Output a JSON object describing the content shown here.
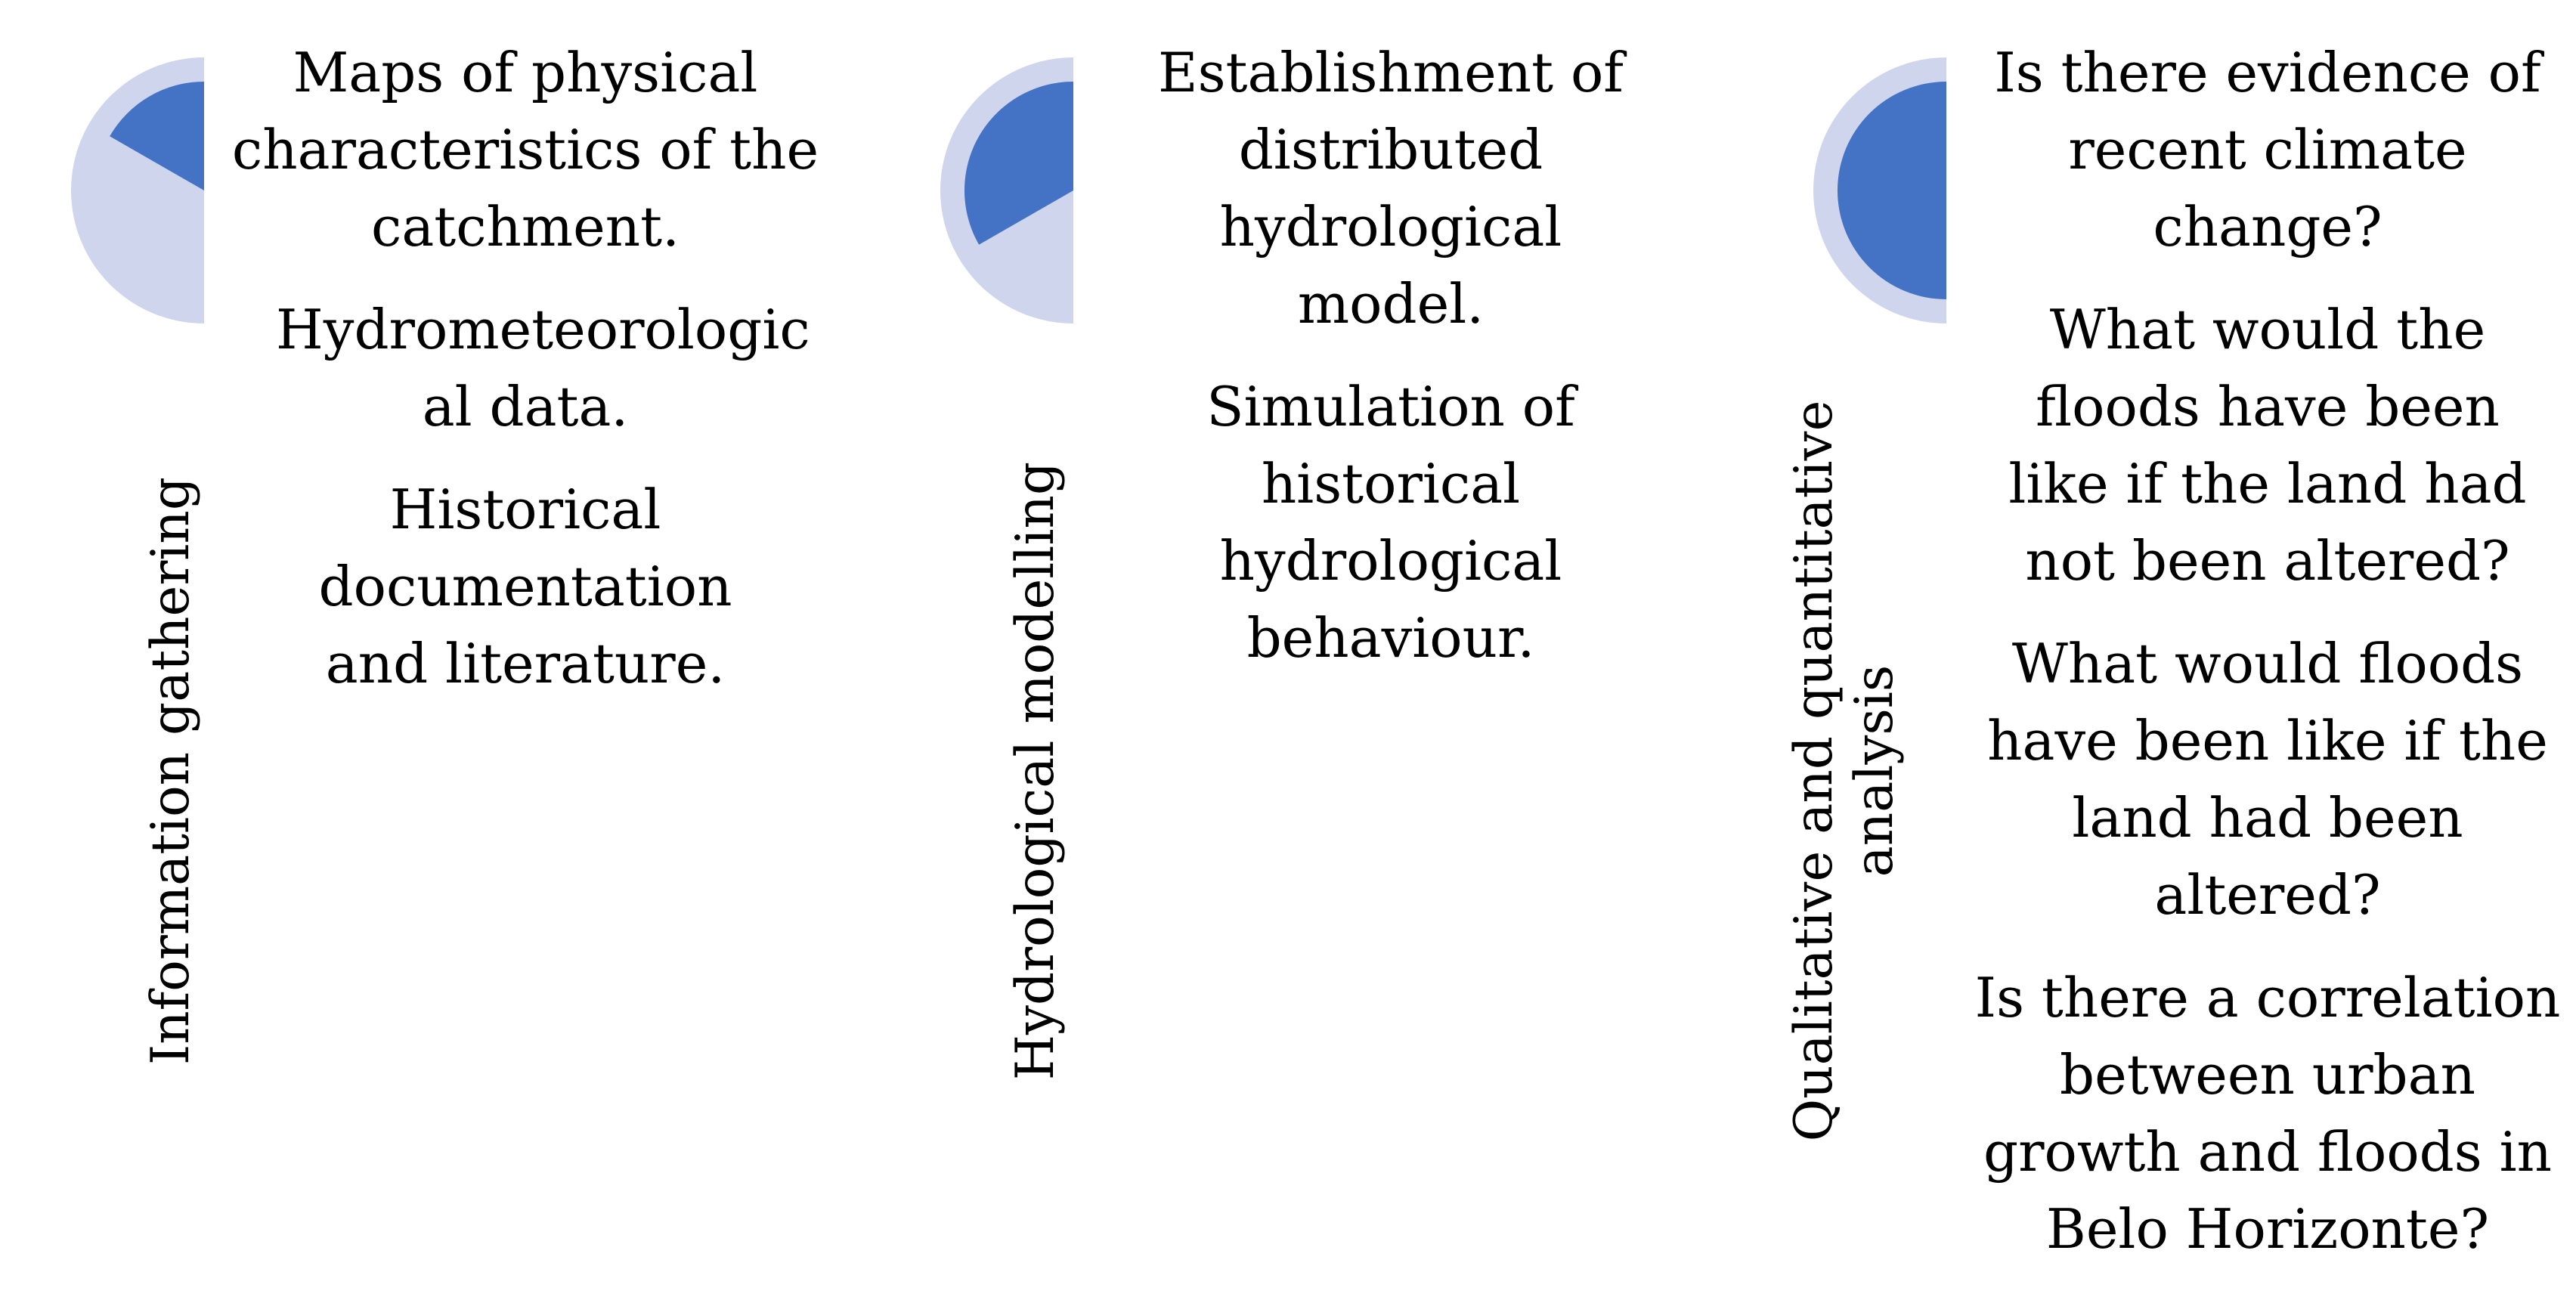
{
  "colors": {
    "pie_background": "#cfd5ec",
    "pie_fill": "#4472c4",
    "text": "#000000",
    "page_background": "#ffffff"
  },
  "columns": [
    {
      "label": "Information gathering",
      "pie_progress": 0.167,
      "items": [
        "Maps of physical characteristics of the catchment.",
        "Hydrometeorologic al data.",
        "Historical documentation and literature."
      ]
    },
    {
      "label": "Hydrological modelling",
      "pie_progress": 0.333,
      "items": [
        "Establishment of distributed hydrological model.",
        "Simulation of historical hydrological behaviour."
      ]
    },
    {
      "label": "Qualitative and quantitative analysis",
      "pie_progress": 0.5,
      "items": [
        "Is there evidence of recent climate change?",
        "What would the floods have been like if the land had not been altered?",
        "What would floods have been like if the land had been altered?",
        "Is there a correlation between urban growth and floods in Belo Horizonte?"
      ]
    }
  ]
}
